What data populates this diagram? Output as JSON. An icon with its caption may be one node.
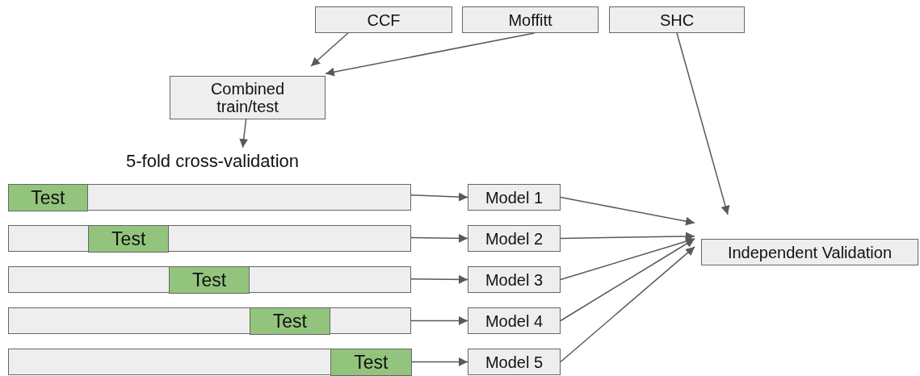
{
  "diagram": {
    "nodes": [
      {
        "text": [
          "CCF"
        ]
      },
      {
        "text": [
          "Moffitt"
        ]
      },
      {
        "text": [
          "SHC"
        ]
      },
      {
        "text": [
          "Combined train/test"
        ]
      },
      {
        "text": [
          "5-fold cross-validation"
        ]
      },
      {
        "text": [],
        "shape": "bar"
      },
      {
        "text": [
          "Test"
        ],
        "in": 5
      },
      {
        "text": [],
        "shape": "bar"
      },
      {
        "text": [
          "Test"
        ],
        "in": 7
      },
      {
        "text": [],
        "shape": "bar"
      },
      {
        "text": [
          "Test"
        ],
        "in": 9
      },
      {
        "text": [],
        "shape": "bar"
      },
      {
        "text": [
          "Test"
        ],
        "in": 11
      },
      {
        "text": [],
        "shape": "bar"
      },
      {
        "text": [
          "Test"
        ],
        "in": 13
      },
      {
        "text": [
          "Model 1"
        ]
      },
      {
        "text": [
          "Model 2"
        ]
      },
      {
        "text": [
          "Model 3"
        ]
      },
      {
        "text": [
          "Model 4"
        ]
      },
      {
        "text": [
          "Model 5"
        ]
      },
      {
        "text": [
          "Independent Validation"
        ]
      }
    ],
    "edges": [
      {
        "from": 0,
        "to": 3,
        "arrow": "to"
      },
      {
        "from": 1,
        "to": 3,
        "arrow": "to"
      },
      {
        "from": 3,
        "to": 4,
        "arrow": "to"
      },
      {
        "from": 5,
        "to": 15,
        "arrow": "to"
      },
      {
        "from": 7,
        "to": 16,
        "arrow": "to"
      },
      {
        "from": 9,
        "to": 17,
        "arrow": "to"
      },
      {
        "from": 11,
        "to": 18,
        "arrow": "to"
      },
      {
        "from": 13,
        "to": 19,
        "arrow": "to"
      },
      {
        "from": 15,
        "to": 20,
        "arrow": "to"
      },
      {
        "from": 16,
        "to": 20,
        "arrow": "to"
      },
      {
        "from": 17,
        "to": 20,
        "arrow": "to"
      },
      {
        "from": 18,
        "to": 20,
        "arrow": "to"
      },
      {
        "from": 19,
        "to": 20,
        "arrow": "to"
      },
      {
        "from": 2,
        "to": 20,
        "arrow": "to"
      }
    ]
  }
}
